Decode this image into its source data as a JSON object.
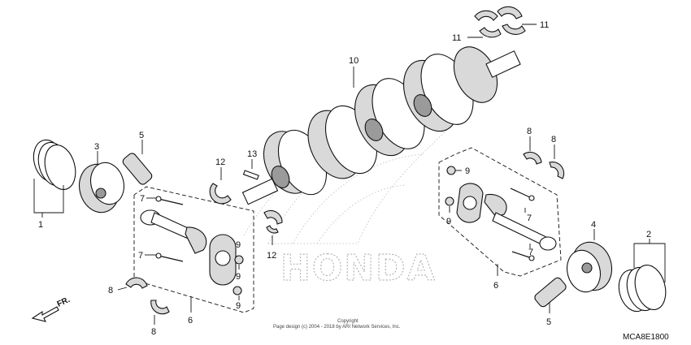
{
  "callouts": {
    "c1": "1",
    "c2": "2",
    "c3": "3",
    "c4": "4",
    "c5a": "5",
    "c5b": "5",
    "c6a": "6",
    "c6b": "6",
    "c7a": "7",
    "c7b": "7",
    "c7c": "7",
    "c7d": "7",
    "c8a": "8",
    "c8b": "8",
    "c8c": "8",
    "c8d": "8",
    "c9a": "9",
    "c9b": "9",
    "c9c": "9",
    "c9d": "9",
    "c10": "10",
    "c11a": "11",
    "c11b": "11",
    "c12a": "12",
    "c12b": "12",
    "c13": "13"
  },
  "watermark": "HONDA",
  "direction_label": "FR.",
  "copyright_line1": "Copyright",
  "copyright_line2": "Page design (c) 2004 - 2018 by ARI Network Services, Inc.",
  "diagram_code": "MCA8E1800"
}
